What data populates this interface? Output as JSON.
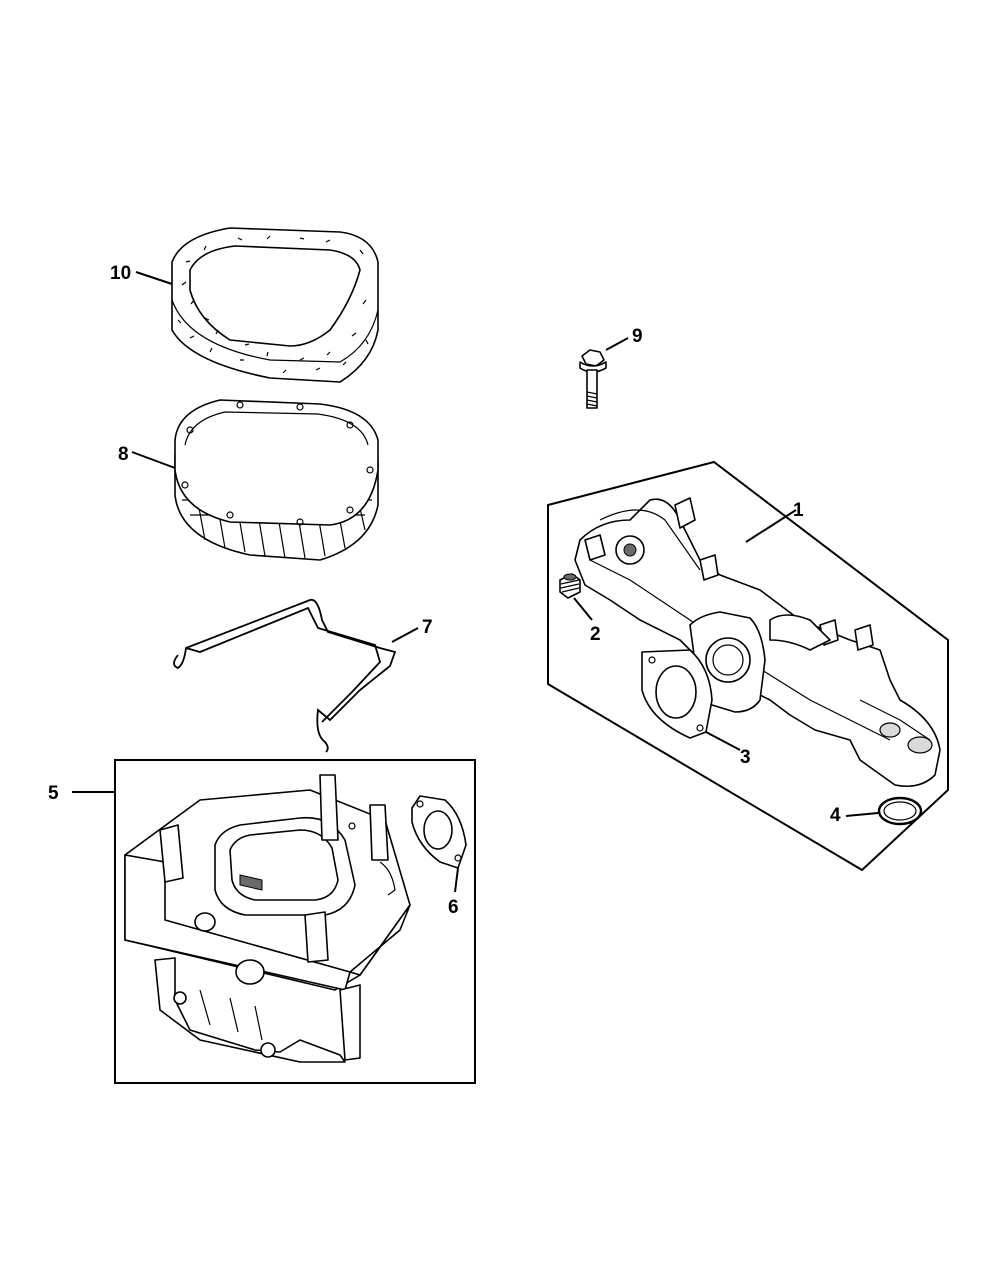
{
  "callouts": [
    {
      "id": "1",
      "label": "1"
    },
    {
      "id": "2",
      "label": "2"
    },
    {
      "id": "3",
      "label": "3"
    },
    {
      "id": "4",
      "label": "4"
    },
    {
      "id": "5",
      "label": "5"
    },
    {
      "id": "6",
      "label": "6"
    },
    {
      "id": "7",
      "label": "7"
    },
    {
      "id": "8",
      "label": "8"
    },
    {
      "id": "9",
      "label": "9"
    },
    {
      "id": "10",
      "label": "10"
    }
  ],
  "parts": [
    {
      "callout": "10",
      "icon": "pre-cleaner-icon"
    },
    {
      "callout": "8",
      "icon": "air-filter-cartridge-icon"
    },
    {
      "callout": "7",
      "icon": "wire-clip-icon"
    },
    {
      "callout": "9",
      "icon": "bolt-icon"
    },
    {
      "callout": "1",
      "icon": "intake-manifold-icon"
    },
    {
      "callout": "2",
      "icon": "plug-icon"
    },
    {
      "callout": "3",
      "icon": "manifold-gasket-icon"
    },
    {
      "callout": "4",
      "icon": "o-ring-icon"
    },
    {
      "callout": "5",
      "icon": "air-filter-base-icon"
    },
    {
      "callout": "6",
      "icon": "base-gasket-icon"
    }
  ]
}
